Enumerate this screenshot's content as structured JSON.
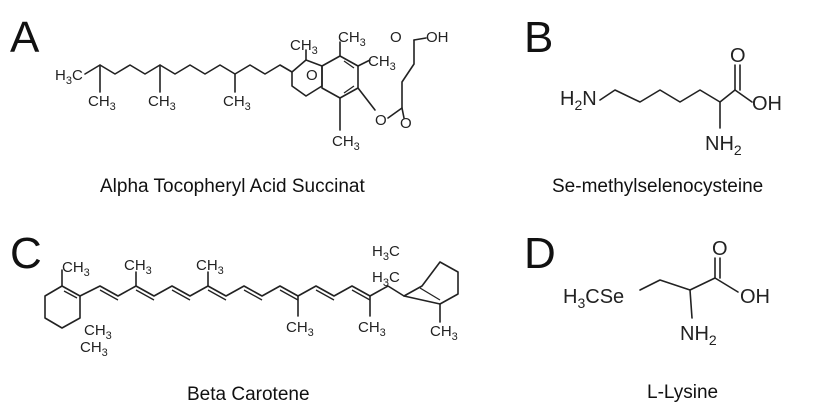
{
  "panels": [
    {
      "letter": "A",
      "caption": "Alpha Tocopheryl Acid Succinat"
    },
    {
      "letter": "B",
      "caption": "Se-methylselenocysteine"
    },
    {
      "letter": "C",
      "caption": "Beta Carotene"
    },
    {
      "letter": "D",
      "caption": "L-Lysine"
    }
  ],
  "atoms": {
    "ch3": "CH",
    "h3c": "H",
    "sub3": "3",
    "c": "C",
    "o": "O",
    "oh": "OH",
    "h2n": "H",
    "n": "N",
    "sub2": "2",
    "nh": "NH",
    "ch3se_pre": "H",
    "ch3se_post": "CSe"
  }
}
